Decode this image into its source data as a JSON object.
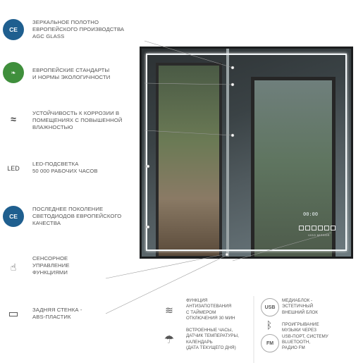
{
  "features": [
    {
      "icon": "ce-mark-icon",
      "icon_text": "CE",
      "lines": [
        "ЗЕРКАЛЬНОЕ  ПОЛОТНО",
        "ЕВРОПЕЙСКОГО ПРОИЗВОДСТВА",
        "AGC GLASS"
      ]
    },
    {
      "icon": "eco-leaf-icon",
      "icon_text": "❧",
      "lines": [
        "ЕВРОПЕЙСКИЕ СТАНДАРТЫ",
        "И НОРМЫ ЭКОЛОГИЧНОСТИ"
      ]
    },
    {
      "icon": "humidity-waves-icon",
      "icon_text": "≈",
      "lines": [
        "УСТОЙЧИВОСТЬ К КОРРОЗИИ В",
        "ПОМЕЩЕНИЯХ С ПОВЫШЕННОЙ",
        "ВЛАЖНОСТЬЮ"
      ]
    },
    {
      "icon": "led-icon",
      "icon_text": "LED",
      "lines": [
        "LED-ПОДСВЕТКА",
        "50 000 РАБОЧИХ ЧАСОВ"
      ]
    },
    {
      "icon": "ce-mark-icon",
      "icon_text": "CE",
      "lines": [
        "ПОСЛЕДНЕЕ ПОКОЛЕНИЕ",
        "СВЕТОДИОДОВ ЕВРОПЕЙСКОГО",
        "КАЧЕСТВА"
      ]
    },
    {
      "icon": "touch-hand-icon",
      "icon_text": "☝",
      "lines": [
        "СЕНСОРНОЕ",
        "УПРАВЛЕНИЕ",
        "ФУНКЦИЯМИ"
      ]
    },
    {
      "icon": "back-panel-icon",
      "icon_text": "▭",
      "lines": [
        "ЗАДНЯЯ СТЕНКА -",
        "ABS-ПЛАСТИК"
      ]
    }
  ],
  "bottom_features": [
    {
      "icon": "anti-fog-icon",
      "icon_text": "≋",
      "lines": [
        "ФУНКЦИЯ",
        "АНТИЗАПОТЕВАНИЯ",
        "С ТАЙМЕРОМ",
        "ОТКЛЮЧЕНИЯ 30 МИН"
      ]
    },
    {
      "icon": "usb-icon",
      "icon_text": "USB",
      "lines": [
        "МЕДИАБЛОК -",
        "ЭСТЕТИЧНЫЙ",
        "ВНЕШНИЙ БЛОК"
      ]
    },
    {
      "icon": "bluetooth-icon",
      "icon_text": "ᛒ",
      "lines": []
    },
    {
      "icon": "clock-weather-icon",
      "icon_text": "☂",
      "lines": [
        "ВСТРОЕННЫЕ ЧАСЫ,",
        "ДАТЧИК ТЕМПЕРАТУРЫ,",
        "КАЛЕНДАРЬ",
        "(ДАТА ТЕКУЩЕГО ДНЯ)"
      ]
    },
    {
      "icon": "fm-radio-icon",
      "icon_text": "FM",
      "lines": [
        "ПРОИГРЫВАНИЕ",
        "МУЗЫКИ ЧЕРЕЗ",
        "USB-ПОРТ, СИСТЕМУ",
        "BLUETOOTH,",
        "РАДИО FM"
      ]
    }
  ],
  "mirror": {
    "clock_text": "00:00",
    "brand": "VIGO MIRROR"
  },
  "colors": {
    "blue_badge": "#1f5f8f",
    "green_badge": "#3f8f3c",
    "frame": "#1b1d1e",
    "led": "#f4f8fa"
  }
}
